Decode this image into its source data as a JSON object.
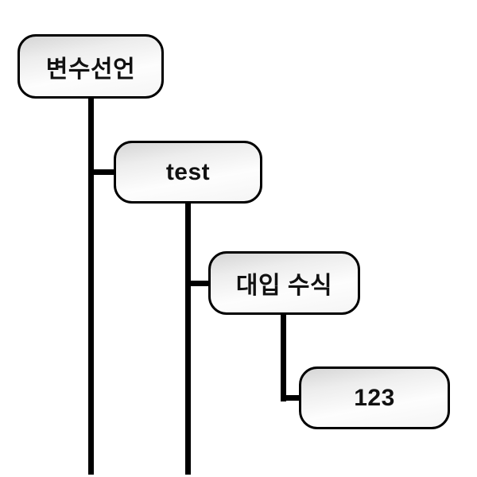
{
  "diagram": {
    "type": "tree",
    "nodes": [
      {
        "label": "변수선언"
      },
      {
        "label": "test"
      },
      {
        "label": "대입 수식"
      },
      {
        "label": "123"
      }
    ],
    "edges": [
      {
        "from": "변수선언",
        "to": "test"
      },
      {
        "from": "test",
        "to": "대입 수식"
      },
      {
        "from": "대입 수식",
        "to": "123"
      }
    ],
    "colors": {
      "background": "#ffffff",
      "node_border": "#000000",
      "node_fill_top": "#d5d5d5",
      "node_fill_bottom": "#f5f5f5",
      "connector": "#000000",
      "text": "#111111"
    }
  }
}
